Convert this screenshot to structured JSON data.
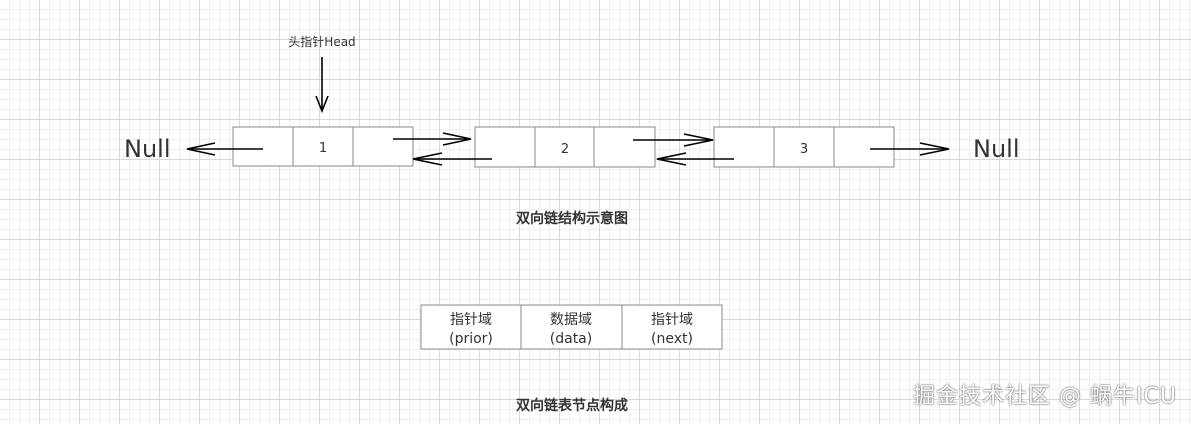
{
  "head_pointer_label": "头指针Head",
  "null_left": "Null",
  "null_right": "Null",
  "nodes": [
    {
      "value": "1"
    },
    {
      "value": "2"
    },
    {
      "value": "3"
    }
  ],
  "linked_list_caption": "双向链结构示意图",
  "node_structure": {
    "fields": [
      {
        "name": "指针域",
        "sub": "(prior)"
      },
      {
        "name": "数据域",
        "sub": "(data)"
      },
      {
        "name": "指针域",
        "sub": "(next)"
      }
    ],
    "caption": "双向链表节点构成"
  },
  "watermark": "掘金技术社区 @ 蜗牛ICU"
}
